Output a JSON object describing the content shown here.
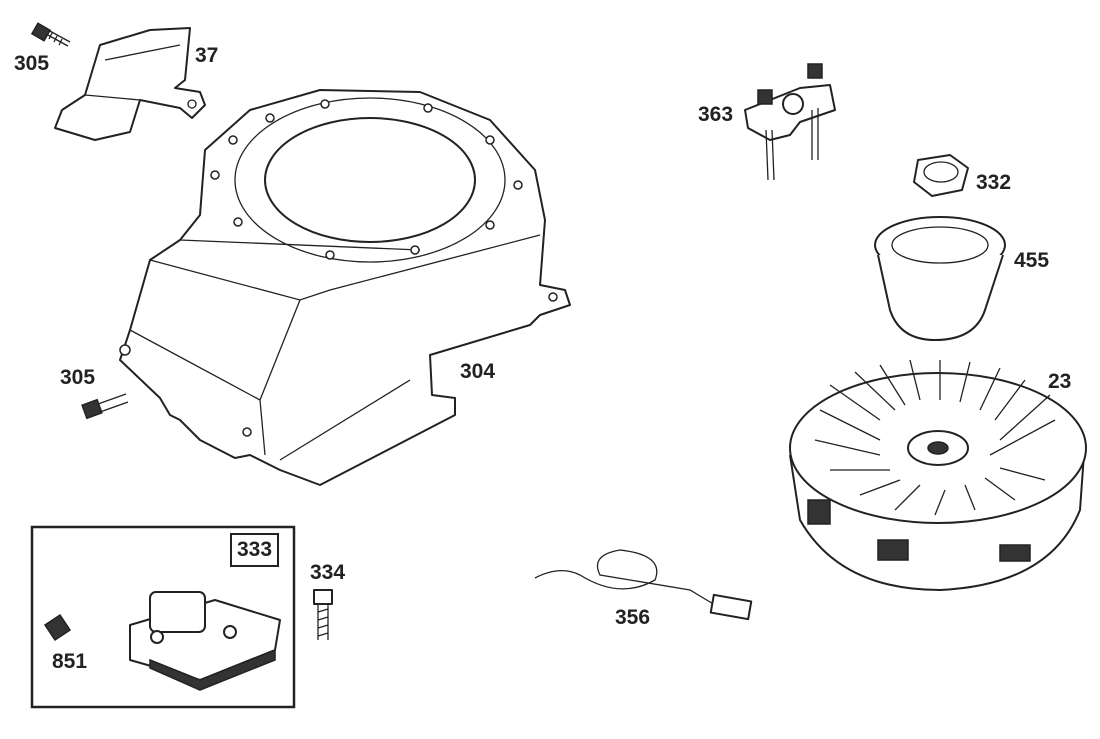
{
  "diagram": {
    "callouts": {
      "screw_top": "305",
      "baffle": "37",
      "blower_housing": "304",
      "screw_left": "305",
      "bracket": "363",
      "nut": "332",
      "cup": "455",
      "flywheel": "23",
      "ignition_kit": "333",
      "bolt": "334",
      "clip": "851",
      "wire": "356"
    }
  }
}
